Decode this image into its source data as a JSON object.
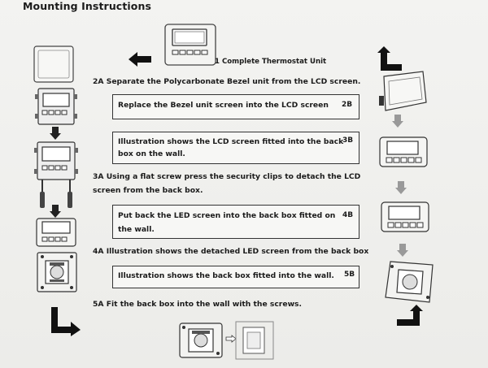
{
  "title": "Mounting Instructions",
  "caption_1": "1 Complete Thermostat Unit",
  "step_2a": "2A Separate the Polycarbonate Bezel unit from the LCD screen.",
  "box_2b": {
    "text": "Replace the Bezel unit screen into the LCD screen",
    "label": "2B"
  },
  "box_3b": {
    "line1": "Illustration shows the LCD screen fitted into the back",
    "line2": "box on the wall.",
    "label": "3B"
  },
  "step_3a": {
    "line1": "3A Using a flat screw press the security clips to detach the LCD",
    "line2": "screen from the back box."
  },
  "box_4b": {
    "line1": "Put back the LED screen into the back box fitted on",
    "line2": "the wall.",
    "label": "4B"
  },
  "step_4a": "4A Illustration shows the detached LED screen from the back box",
  "box_5b": {
    "text": "Illustration shows the back box fitted into the wall.",
    "label": "5B"
  },
  "step_5a": "5A Fit the back box into the wall with the screws.",
  "icons": [
    "thermostat-icon",
    "bezel-icon",
    "lcd-screen-icon",
    "back-box-icon",
    "arrow-icon",
    "screwdriver-icon"
  ]
}
